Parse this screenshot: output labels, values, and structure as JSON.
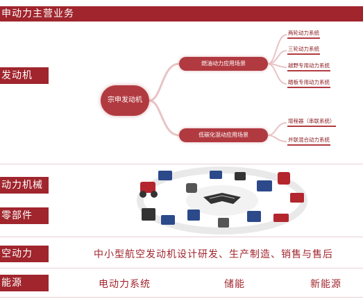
{
  "header": {
    "title": "申动力主营业务"
  },
  "rows": {
    "engine": {
      "label": "发动机"
    },
    "machinery": {
      "label": "动力机械"
    },
    "parts": {
      "label": "零部件"
    },
    "aviation": {
      "label": "空动力",
      "description": "中小型航空发动机设计研发、生产制造、销售与售后"
    },
    "newenergy": {
      "label": "能源",
      "items": [
        "电动力系统",
        "储能",
        "新能源"
      ]
    }
  },
  "mindmap": {
    "center": "宗申发动机",
    "branches": [
      {
        "label": "燃油动力应用场景",
        "leaves": [
          "两轮动力系统",
          "三轮动力系统",
          "越野专用动力系统",
          "踏板专用动力系统"
        ]
      },
      {
        "label": "低碳化混动应用场景",
        "leaves": [
          "增程器（串联系统）",
          "并联混合动力系统"
        ]
      }
    ]
  },
  "colors": {
    "brand": "#a0252d",
    "node": "#b13a40"
  }
}
